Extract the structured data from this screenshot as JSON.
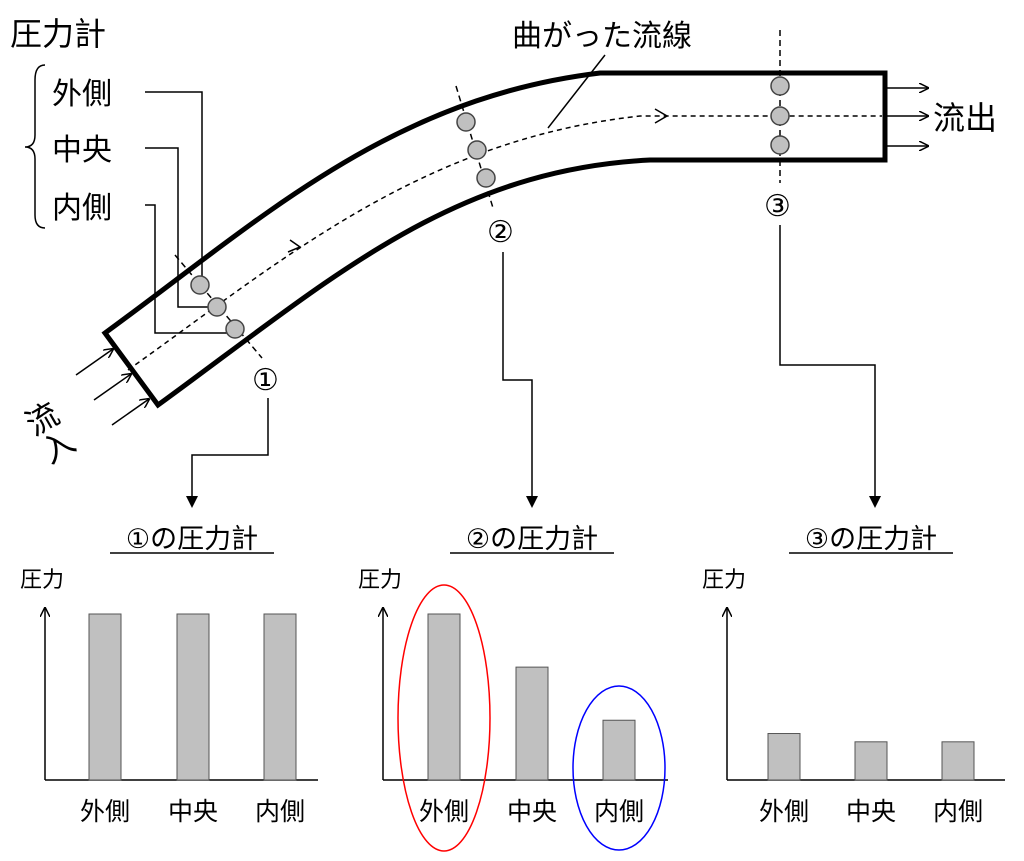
{
  "labels": {
    "gauge_title": "圧力計",
    "outer": "外側",
    "center": "中央",
    "inner": "内側",
    "streamline": "曲がった流線",
    "outflow": "流出",
    "inflow": "流入",
    "station1": "①",
    "station2": "②",
    "station3": "③"
  },
  "colors": {
    "bar": "#c0c0c0",
    "gauge": "#c0c0c0",
    "highlight_high": "#ff0000",
    "highlight_low": "#0000ff"
  },
  "chart_data": [
    {
      "type": "bar",
      "title": "①の圧力計",
      "ylabel": "圧力",
      "categories": [
        "外側",
        "中央",
        "内側"
      ],
      "values": [
        1.0,
        1.0,
        1.0
      ],
      "ylim": [
        0,
        1.05
      ]
    },
    {
      "type": "bar",
      "title": "②の圧力計",
      "ylabel": "圧力",
      "categories": [
        "外側",
        "中央",
        "内側"
      ],
      "values": [
        1.0,
        0.68,
        0.36
      ],
      "ylim": [
        0,
        1.05
      ],
      "highlights": [
        "外側",
        "内側"
      ]
    },
    {
      "type": "bar",
      "title": "③の圧力計",
      "ylabel": "圧力",
      "categories": [
        "外側",
        "中央",
        "内側"
      ],
      "values": [
        0.28,
        0.23,
        0.23
      ],
      "ylim": [
        0,
        1.05
      ]
    }
  ]
}
